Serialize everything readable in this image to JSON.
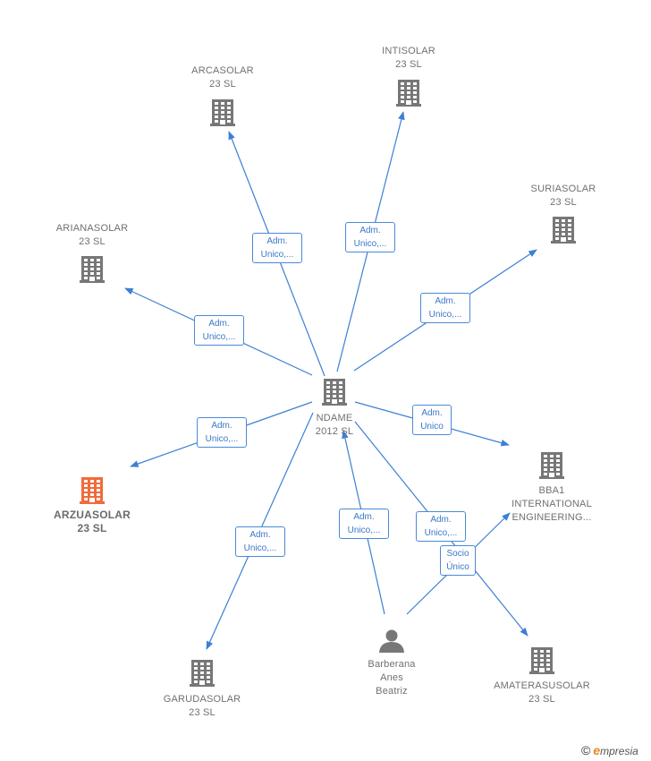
{
  "nodes": [
    {
      "id": "ndame",
      "type": "company",
      "lines": [
        "NDAME",
        "2012  SL"
      ],
      "highlight": false
    },
    {
      "id": "arcasolar",
      "type": "company",
      "lines": [
        "ARCASOLAR",
        "23  SL"
      ],
      "highlight": false
    },
    {
      "id": "intisolar",
      "type": "company",
      "lines": [
        "INTISOLAR",
        "23  SL"
      ],
      "highlight": false
    },
    {
      "id": "suriasolar",
      "type": "company",
      "lines": [
        "SURIASOLAR",
        "23  SL"
      ],
      "highlight": false
    },
    {
      "id": "arianasolar",
      "type": "company",
      "lines": [
        "ARIANASOLAR",
        "23  SL"
      ],
      "highlight": false
    },
    {
      "id": "arzuasolar",
      "type": "company",
      "lines": [
        "ARZUASOLAR",
        "23  SL"
      ],
      "highlight": true
    },
    {
      "id": "bba1",
      "type": "company",
      "lines": [
        "BBA1",
        "INTERNATIONAL",
        "ENGINEERING..."
      ],
      "highlight": false
    },
    {
      "id": "garudasolar",
      "type": "company",
      "lines": [
        "GARUDASOLAR",
        "23  SL"
      ],
      "highlight": false
    },
    {
      "id": "amaterasusolar",
      "type": "company",
      "lines": [
        "AMATERASUSOLAR",
        "23  SL"
      ],
      "highlight": false
    },
    {
      "id": "barberana",
      "type": "person",
      "lines": [
        "Barberana",
        "Anes",
        "Beatriz"
      ],
      "highlight": false
    }
  ],
  "edges": [
    {
      "from": "ndame",
      "to": "arcasolar",
      "label": [
        "Adm.",
        "Unico,..."
      ]
    },
    {
      "from": "ndame",
      "to": "intisolar",
      "label": [
        "Adm.",
        "Unico,..."
      ]
    },
    {
      "from": "ndame",
      "to": "suriasolar",
      "label": [
        "Adm.",
        "Unico,..."
      ]
    },
    {
      "from": "ndame",
      "to": "arianasolar",
      "label": [
        "Adm.",
        "Unico,..."
      ]
    },
    {
      "from": "ndame",
      "to": "arzuasolar",
      "label": [
        "Adm.",
        "Unico,..."
      ]
    },
    {
      "from": "ndame",
      "to": "bba1",
      "label": [
        "Adm.",
        "Unico"
      ]
    },
    {
      "from": "ndame",
      "to": "garudasolar",
      "label": [
        "Adm.",
        "Unico,..."
      ]
    },
    {
      "from": "ndame",
      "to": "amaterasusolar",
      "label": [
        "Adm.",
        "Unico,..."
      ]
    },
    {
      "from": "barberana",
      "to": "ndame",
      "label": [
        "Adm.",
        "Unico,..."
      ]
    },
    {
      "from": "barberana",
      "to": "bba1",
      "label": [
        "Socio",
        "Único"
      ]
    }
  ],
  "colors": {
    "edge": "#3d7fd4",
    "icon": "#777777",
    "highlight": "#f26a3b",
    "label_text": "#3a78c8"
  },
  "brand": {
    "copyright": "©",
    "initial": "e",
    "rest": "mpresia"
  }
}
